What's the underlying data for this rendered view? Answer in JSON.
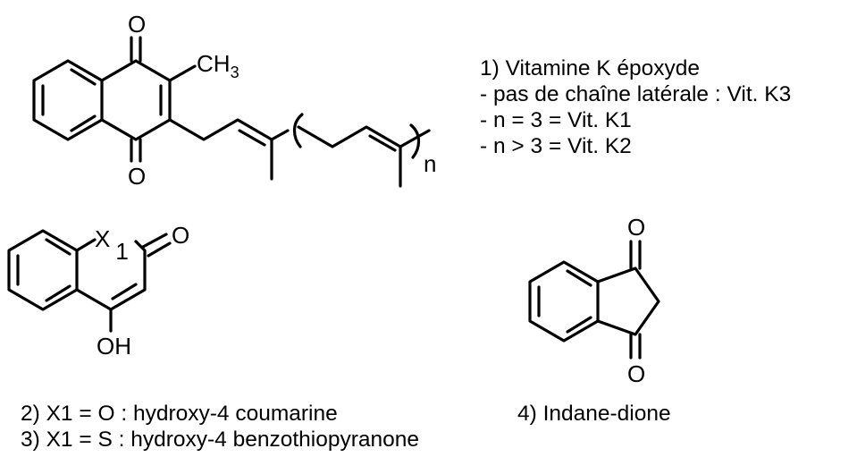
{
  "structure_vitamin_k": {
    "atoms": {
      "oxygen_top": "O",
      "oxygen_bottom": "O",
      "methyl": "CH",
      "methyl_subscript": "3",
      "repeat_index": "n"
    },
    "legend": [
      "1)  Vitamine K époxyde",
      "- pas de chaîne latérale : Vit. K3",
      "- n = 3 = Vit. K1",
      "- n > 3 = Vit. K2"
    ]
  },
  "structure_coumarin": {
    "atoms": {
      "heteroatom": "X",
      "heteroatom_index": "1",
      "carbonyl_oxygen": "O",
      "hydroxyl": "OH"
    },
    "legend": [
      "2)  X1 = O : hydroxy-4 coumarine",
      "3)  X1 = S : hydroxy-4 benzothiopyranone"
    ]
  },
  "structure_indanedione": {
    "atoms": {
      "oxygen_top": "O",
      "oxygen_bottom": "O"
    },
    "legend": [
      "4)  Indane-dione"
    ]
  }
}
